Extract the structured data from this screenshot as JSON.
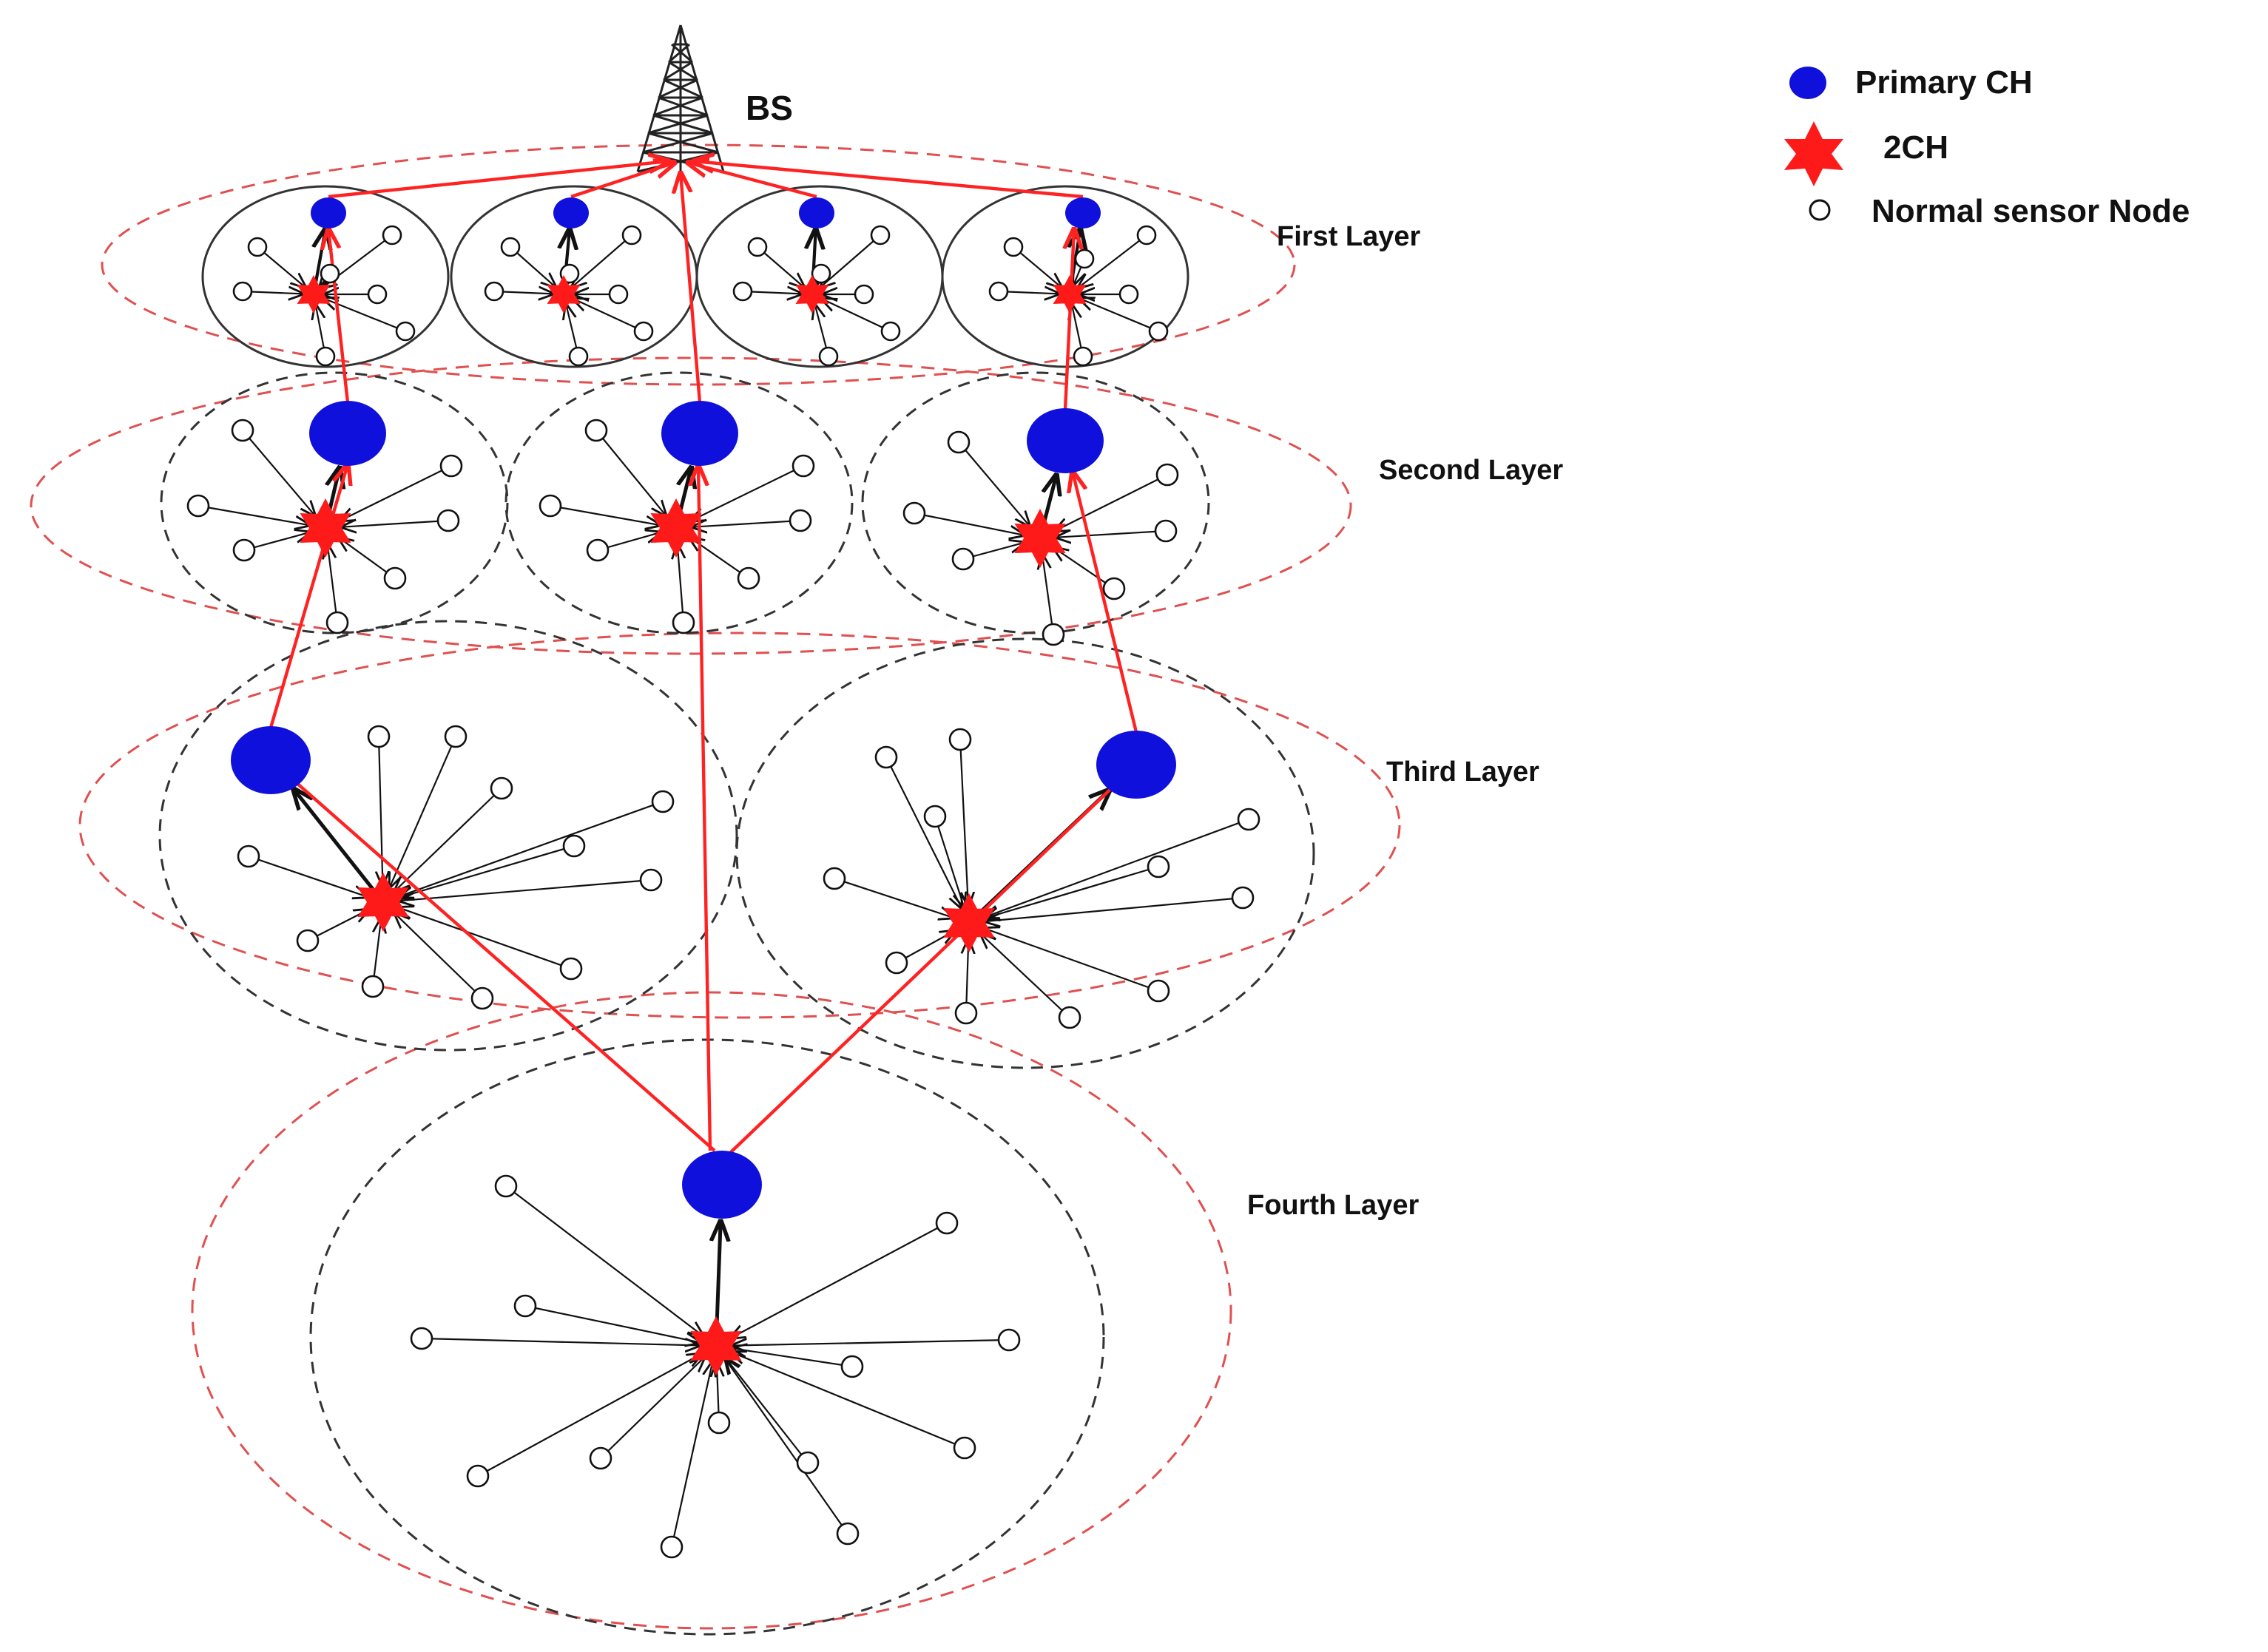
{
  "diagram": {
    "bs_label": "BS",
    "legend": {
      "primary_ch": "Primary CH",
      "second_ch": "2CH",
      "normal_node": "Normal sensor Node"
    },
    "layers": {
      "first": "First Layer",
      "second": "Second Layer",
      "third": "Third Layer",
      "fourth": "Fourth Layer"
    },
    "colors": {
      "primary_ch": "#1010dd",
      "second_ch": "#ff1a1a",
      "route": "#ff2222",
      "layer_boundary": "#e05050",
      "cluster_boundary": "#333333",
      "node_stroke": "#111111"
    }
  }
}
